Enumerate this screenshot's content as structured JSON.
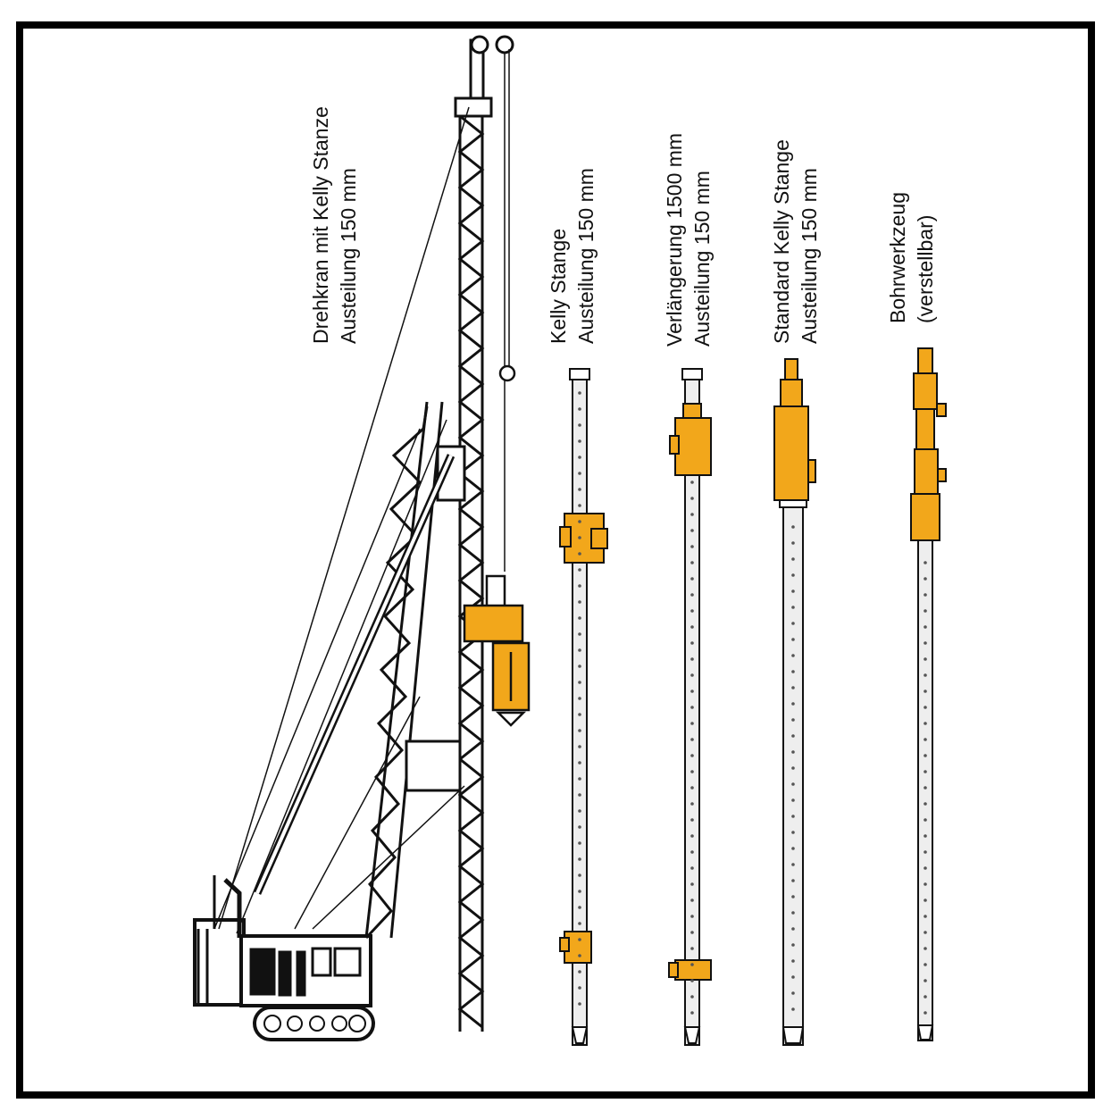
{
  "labels": {
    "crane": {
      "line1": "Drehkran mit Kelly Stanze",
      "line2": "Austeilung 150 mm"
    },
    "kelly": {
      "line1": "Kelly Stange",
      "line2": "Austeilung 150 mm"
    },
    "extension": {
      "line1": "Verlängerung 1500 mm",
      "line2": "Austeilung 150 mm"
    },
    "standard": {
      "line1": "Standard Kelly Stange",
      "line2": "Austeilung 150 mm"
    },
    "tool": {
      "line1": "Bohrwerkzeug",
      "line2": "(verstellbar)"
    }
  },
  "colors": {
    "accent": "#f2a71b",
    "line": "#111111",
    "rod": "#eeeeee",
    "frame": "#000000"
  }
}
